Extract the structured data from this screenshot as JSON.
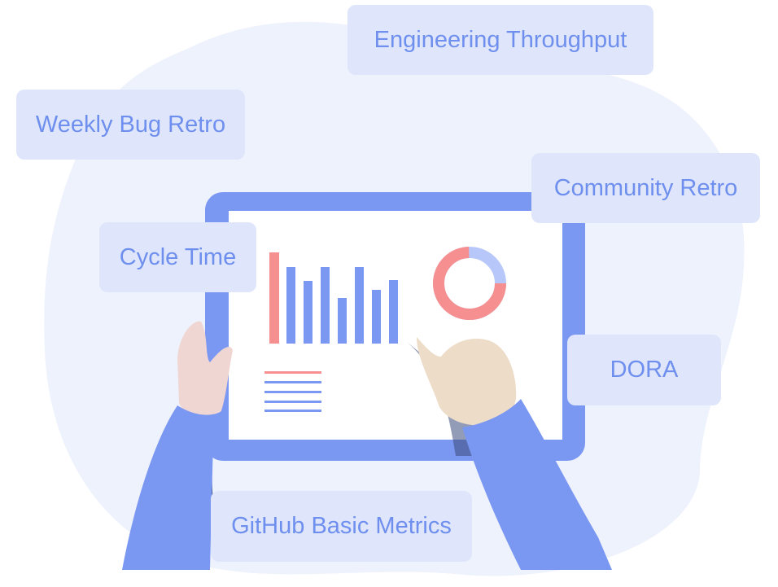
{
  "tags": {
    "engineering_throughput": "Engineering Throughput",
    "weekly_bug_retro": "Weekly Bug Retro",
    "community_retro": "Community Retro",
    "cycle_time": "Cycle Time",
    "dora": "DORA",
    "github_basic_metrics": "GitHub Basic Metrics"
  },
  "colors": {
    "tag_background": "#dfe6fb",
    "tag_text": "#6f8fee",
    "blob_background": "#eef2fd",
    "tablet_frame": "#7a97f2",
    "chart_bar": "#7a97f2",
    "chart_accent": "#f68f8f",
    "donut_secondary": "#b7c7fa",
    "sleeve": "#7a97f2"
  },
  "icons": {
    "chart_bars": "bar-chart-icon",
    "donut": "donut-chart-icon",
    "text_lines": "text-lines-icon"
  }
}
